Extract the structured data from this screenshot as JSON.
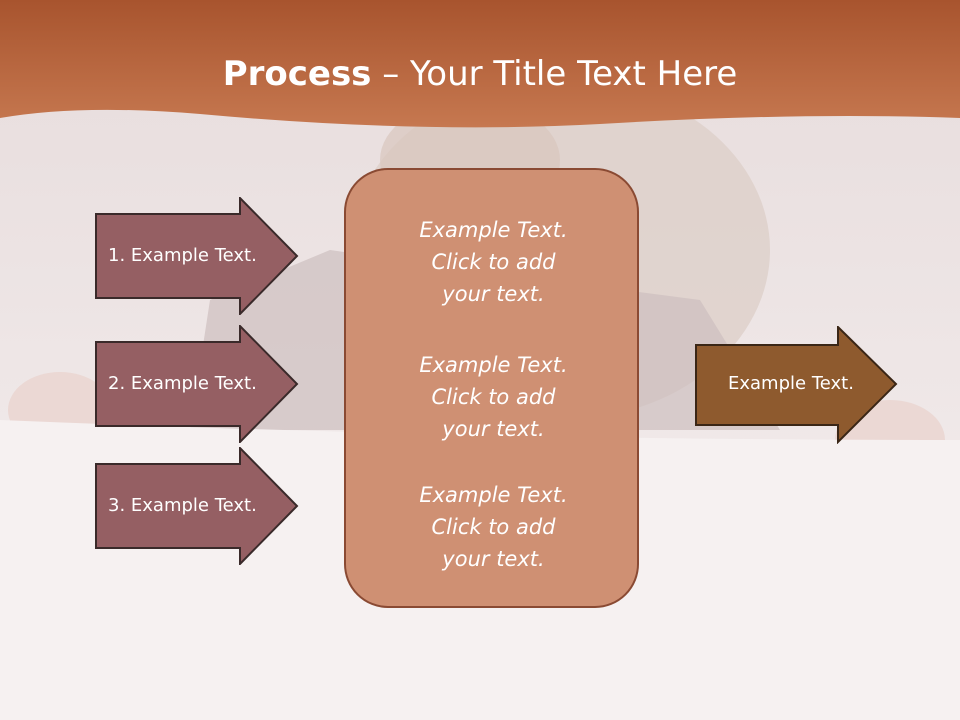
{
  "title": {
    "bold": "Process",
    "rest": " – Your Title Text Here"
  },
  "left_arrows": [
    {
      "label": "1. Example Text."
    },
    {
      "label": "2. Example Text."
    },
    {
      "label": "3. Example Text."
    }
  ],
  "center_box": {
    "paragraphs": [
      {
        "line1": "Example Text.",
        "line2": "Click  to add",
        "line3": "your text."
      },
      {
        "line1": "Example Text.",
        "line2": "Click  to add",
        "line3": "your text."
      },
      {
        "line1": "Example Text.",
        "line2": "Click  to add",
        "line3": "your text."
      }
    ]
  },
  "right_arrow": {
    "label": "Example Text."
  },
  "colors": {
    "header": "#b4643f",
    "left_arrow_fill": "#955f63",
    "center_fill": "#cf9073",
    "right_arrow_fill": "#8e5a2e"
  }
}
